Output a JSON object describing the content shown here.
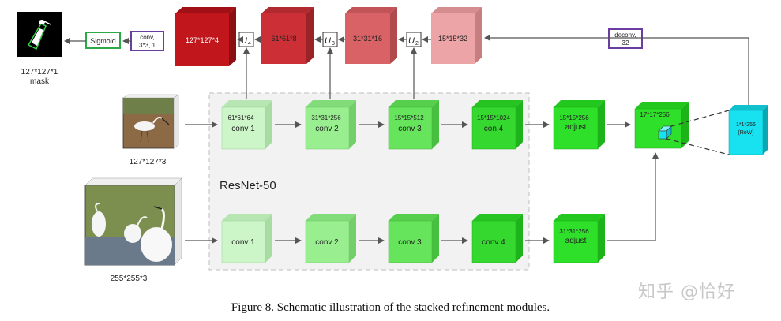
{
  "figure": {
    "caption": "Figure 8. Schematic illustration of the stacked refinement modules.",
    "watermark": "知乎 @恰好",
    "backbone_label": "ResNet-50"
  },
  "mask": {
    "size_label": "127*127*1",
    "name_label": "mask"
  },
  "head": {
    "sigmoid_label": "Sigmoid",
    "conv_label_line1": "conv,",
    "conv_label_line2": "3*3, 1",
    "deconv_label_line1": "deconv,",
    "deconv_label_line2": "32"
  },
  "refine_maps": [
    {
      "label": "127*127*4",
      "color": "#c0161c"
    },
    {
      "label": "61*61*8",
      "color": "#cc3036"
    },
    {
      "label": "31*31*16",
      "color": "#d96266"
    },
    {
      "label": "15*15*32",
      "color": "#eca4a6"
    }
  ],
  "refine_ops": [
    {
      "label": "U",
      "sub": "4"
    },
    {
      "label": "U",
      "sub": "3"
    },
    {
      "label": "U",
      "sub": "2"
    }
  ],
  "template_branch": {
    "image_label": "127*127*3",
    "blocks": [
      {
        "dim": "61*61*64",
        "name": "conv 1"
      },
      {
        "dim": "31*31*256",
        "name": "conv 2"
      },
      {
        "dim": "15*15*512",
        "name": "conv 3"
      },
      {
        "dim": "15*15*1024",
        "name": "con 4"
      }
    ],
    "adjust": {
      "dim": "15*15*256",
      "name": "adjust"
    }
  },
  "search_branch": {
    "image_label": "255*255*3",
    "blocks": [
      {
        "name": "conv 1"
      },
      {
        "name": "conv 2"
      },
      {
        "name": "conv 3"
      },
      {
        "name": "conv 4"
      }
    ],
    "adjust": {
      "dim": "31*31*256",
      "name": "adjust"
    }
  },
  "correlation": {
    "dim": "17*17*256"
  },
  "row": {
    "line1": "1*1*256",
    "line2": "(RoW)"
  },
  "colors": {
    "green_light": "#ccf5c8",
    "green_mid": "#99ef90",
    "green_bright": "#2fe02a",
    "cyan": "#18e2f0",
    "sigmoid_border": "#2aa84a",
    "op_border": "#6a3da0"
  }
}
